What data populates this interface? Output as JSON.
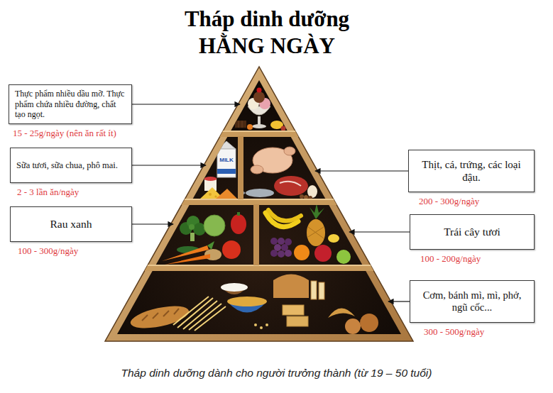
{
  "diagram": {
    "title": "Tháp dinh dưỡng HẰNG NGÀY",
    "caption": "Tháp dinh dưỡng dành cho người trưởng thành (từ 19 – 50 tuổi)",
    "nodes": [
      {
        "text": [
          "Thực phẩm nhiều dầu mỡ. Thực phẩm chứa nhiều đường, chất tạo ngọt.",
          "15 - 25g/ngày (nên ăn rất ít)"
        ]
      },
      {
        "text": [
          "Sữa tươi, sữa chua, phô mai.",
          "2 - 3 lần ăn/ngày"
        ]
      },
      {
        "text": [
          "Thịt, cá, trứng, các loại đậu.",
          "200 - 300g/ngày"
        ]
      },
      {
        "text": [
          "Rau xanh",
          "100 - 300g/ngày"
        ]
      },
      {
        "text": [
          "Trái cây tươi",
          "100 - 200g/ngày"
        ]
      },
      {
        "text": [
          "Cơm, bánh mì, mì, phở, ngũ cốc...",
          "300 - 500g/ngày"
        ]
      }
    ],
    "labels": [
      "MILK"
    ]
  }
}
